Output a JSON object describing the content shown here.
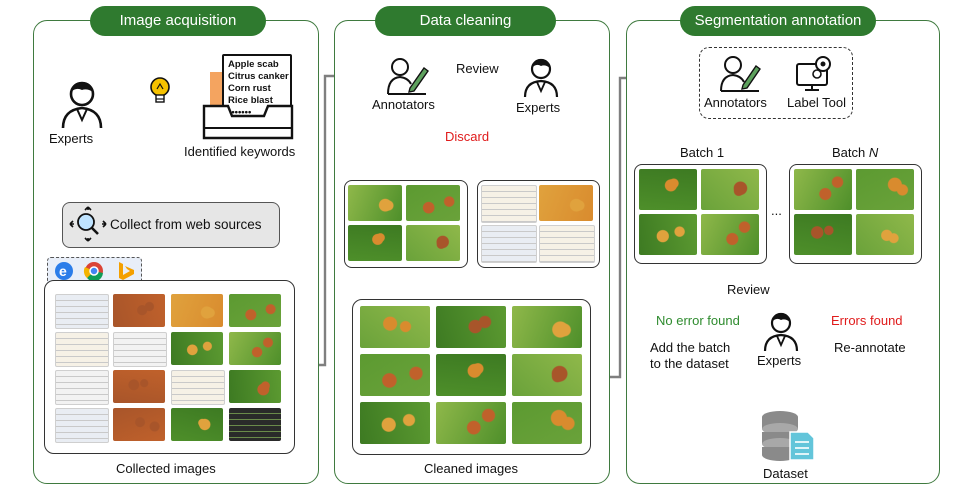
{
  "sections": {
    "acquisition": "Image acquisition",
    "cleaning": "Data cleaning",
    "segmentation": "Segmentation annotation"
  },
  "acquisition": {
    "experts": "Experts",
    "keywords_label": "Identified keywords",
    "keywords": [
      "Apple scab",
      "Citrus canker",
      "Corn rust",
      "Rice blast",
      "•••••••"
    ],
    "collect": "Collect from web sources",
    "collected": "Collected images"
  },
  "cleaning": {
    "annotators": "Annotators",
    "review": "Review",
    "experts": "Experts",
    "discard": "Discard",
    "cleaned": "Cleaned images"
  },
  "segmentation": {
    "annotators": "Annotators",
    "label_tool": "Label Tool",
    "batch1": "Batch 1",
    "batchN_prefix": "Batch ",
    "batchN_var": "N",
    "ellipsis": "...",
    "review": "Review",
    "no_error": "No error found",
    "errors": "Errors found",
    "experts": "Experts",
    "add_batch_1": "Add the batch",
    "add_batch_2": "to the dataset",
    "reannotate": "Re-annotate",
    "dataset": "Dataset"
  },
  "colors": {
    "header_green": "#2f7a2f",
    "discard_red": "#e01b1b",
    "ok_green": "#2e8b2e",
    "arrow_gray": "#7f7f7f"
  }
}
